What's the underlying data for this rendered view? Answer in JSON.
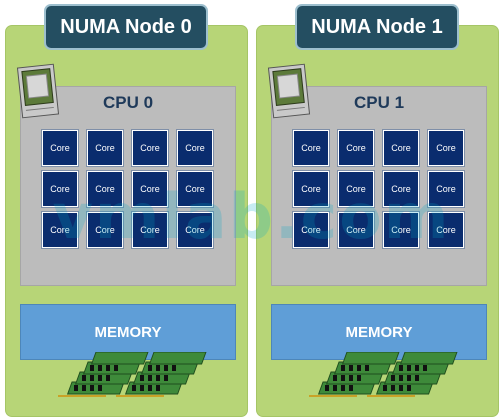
{
  "nodes": [
    {
      "label": "NUMA Node 0",
      "cpu": "CPU 0",
      "cores": [
        "Core",
        "Core",
        "Core",
        "Core",
        "Core",
        "Core",
        "Core",
        "Core",
        "Core",
        "Core",
        "Core",
        "Core"
      ],
      "memory": "MEMORY"
    },
    {
      "label": "NUMA Node 1",
      "cpu": "CPU 1",
      "cores": [
        "Core",
        "Core",
        "Core",
        "Core",
        "Core",
        "Core",
        "Core",
        "Core",
        "Core",
        "Core",
        "Core",
        "Core"
      ],
      "memory": "MEMORY"
    }
  ],
  "watermark": "vmlab.com",
  "colors": {
    "node_bg": "#b7d577",
    "node_label_bg": "#244e61",
    "cpu_bg": "#bcbcbc",
    "core_bg": "#0a2c6e",
    "memory_bg": "#5f9ed7",
    "dimm_green": "#3e8a3a"
  },
  "icons": {
    "cpu_chip": "cpu-chip-icon",
    "memory_modules": "ram-dimm-icon"
  }
}
